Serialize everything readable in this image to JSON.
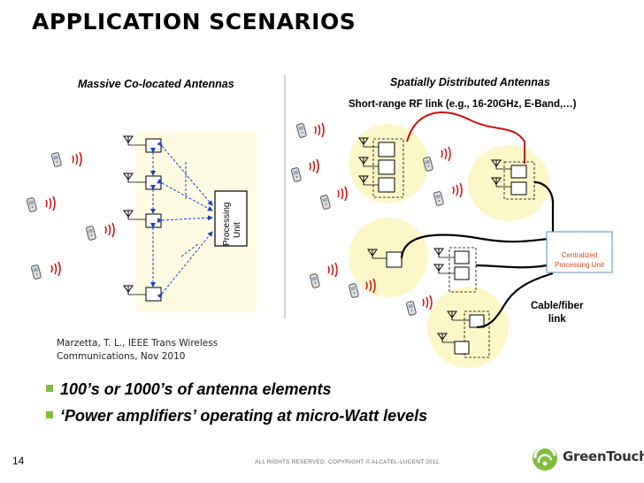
{
  "slide": {
    "title": "APPLICATION SCENARIOS",
    "left_heading": "Massive Co-located Antennas",
    "right_heading": "Spatially Distributed Antennas",
    "rf_note": "Short-range RF link (e.g., 16-20GHz, E-Band,…)",
    "processing_unit": "Processing Unit",
    "processing_unit_lines": [
      "Processing",
      "Unit"
    ],
    "centralized_unit_lines": [
      "Centralized",
      "Processing Unit"
    ],
    "cable_label_lines": [
      "Cable/fiber",
      "link"
    ],
    "citation_lines": [
      "Marzetta, T. L., IEEE Trans Wireless",
      "Communications, Nov 2010"
    ],
    "bullets": [
      "100’s or 1000’s of antenna elements",
      "‘Power amplifiers’ operating at micro-Watt levels"
    ],
    "page_number": "14",
    "copyright": "ALL RIGHTS RESERVED. COPYRIGHT © ALCATEL-LUCENT 2011.",
    "logo_text": "GreenTouch"
  },
  "colors": {
    "panel_fill": "#fdfbe2",
    "cluster_fill": "#fcf7c6",
    "dashed_arrow": "#1f3fbf",
    "rf_link": "#cc1111",
    "cable": "#000000",
    "cpu_border": "#6fa3c8",
    "cpu_text": "#d94a1a",
    "bullet_marker": "#7fbd3b",
    "radio_waves": "#cc1111"
  },
  "icons": [
    "antenna-icon",
    "mobile-phone-icon",
    "radio-waves-icon",
    "greentouch-logo-icon"
  ]
}
